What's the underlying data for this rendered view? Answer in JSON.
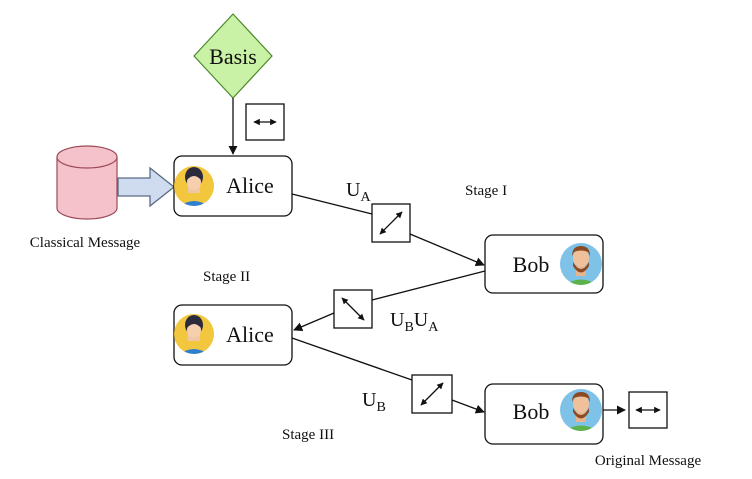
{
  "basis": {
    "label": "Basis",
    "fill": "#c9f2a6",
    "stroke": "#4a8a2a"
  },
  "nodes": {
    "alice_top": {
      "label": "Alice"
    },
    "bob_top": {
      "label": "Bob"
    },
    "alice_mid": {
      "label": "Alice"
    },
    "bob_bottom": {
      "label": "Bob"
    }
  },
  "classical_message": {
    "label": "Classical Message",
    "fill": "#f5c2cb",
    "stroke": "#9a4b57"
  },
  "stages": {
    "stage1": "Stage I",
    "stage2": "Stage II",
    "stage3": "Stage III"
  },
  "operators": {
    "ua": {
      "main": "U",
      "sub": "A"
    },
    "ubua": {
      "u1": "U",
      "s1": "B",
      "u2": "U",
      "s2": "A"
    },
    "ub": {
      "main": "U",
      "sub": "B"
    }
  },
  "original_message": {
    "label": "Original Message"
  },
  "colors": {
    "line": "#111111",
    "arrow_fill": "#cfdcf0",
    "arrow_stroke": "#5a6a85"
  },
  "icons": {
    "alice": "alice-avatar-icon",
    "bob": "bob-avatar-icon",
    "horizontal_polarization": "horizontal-polarization-icon",
    "diagonal_polarization": "diagonal-polarization-icon",
    "antidiagonal_polarization": "antidiagonal-polarization-icon"
  }
}
